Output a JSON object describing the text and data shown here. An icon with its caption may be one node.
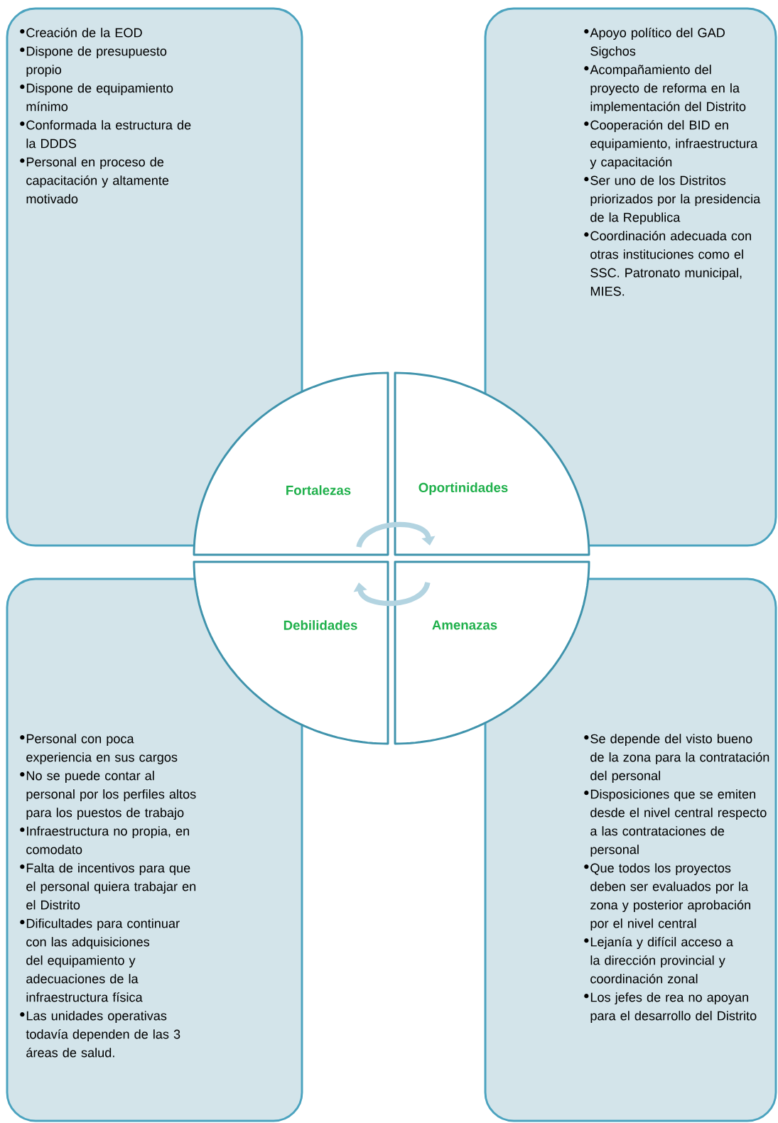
{
  "diagram": {
    "nodes": [
      {
        "text": [
          "Creación de la EOD",
          "Dispone de presupuesto propio",
          "Dispone de equipamiento mínimo",
          "Conformada la estructura de la DDDS",
          "Personal en proceso de capacitación y altamente motivado"
        ]
      },
      {
        "text": [
          "Apoyo político del GAD Sigchos",
          "Acompañamiento del proyecto de reforma en la implementación del Distrito",
          "Cooperación del BID en equipamiento, infraestructura y capacitación",
          "Ser uno de los Distritos priorizados por la presidencia de la Republica",
          "Coordinación adecuada con otras instituciones como el SSC. Patronato municipal, MIES."
        ]
      },
      {
        "text": [
          "Fortalezas"
        ]
      },
      {
        "text": [
          "Oportinidades"
        ]
      },
      {
        "text": [
          "Debilidades"
        ]
      },
      {
        "text": [
          "Amenazas"
        ]
      },
      {
        "text": [
          "Personal con poca experiencia en sus cargos",
          "No se puede contar al personal por los perfiles altos para los puestos de trabajo",
          "Infraestructura no propia, en comodato",
          "Falta de incentivos para que el personal quiera trabajar en el Distrito",
          "Dificultades para continuar con las adquisiciones del equipamiento y adecuaciones de la infraestructura física",
          "Las unidades operativas todavía dependen de las 3 áreas de salud."
        ]
      },
      {
        "text": [
          "Se depende del visto bueno de la zona para la contratación del personal",
          "Disposiciones que se emiten desde el nivel central respecto a las contrataciones de personal",
          "Que todos los proyectos deben ser evaluados por la zona y posterior aprobación por el nivel central",
          "Lejanía y difícil acceso a la dirección provincial y coordinación zonal",
          "Los jefes de rea no apoyan para el desarrollo del Distrito"
        ]
      }
    ],
    "edges": [
      {
        "from": 2,
        "to": 3,
        "arrow": "to"
      },
      {
        "from": 5,
        "to": 4,
        "arrow": "to"
      }
    ]
  }
}
